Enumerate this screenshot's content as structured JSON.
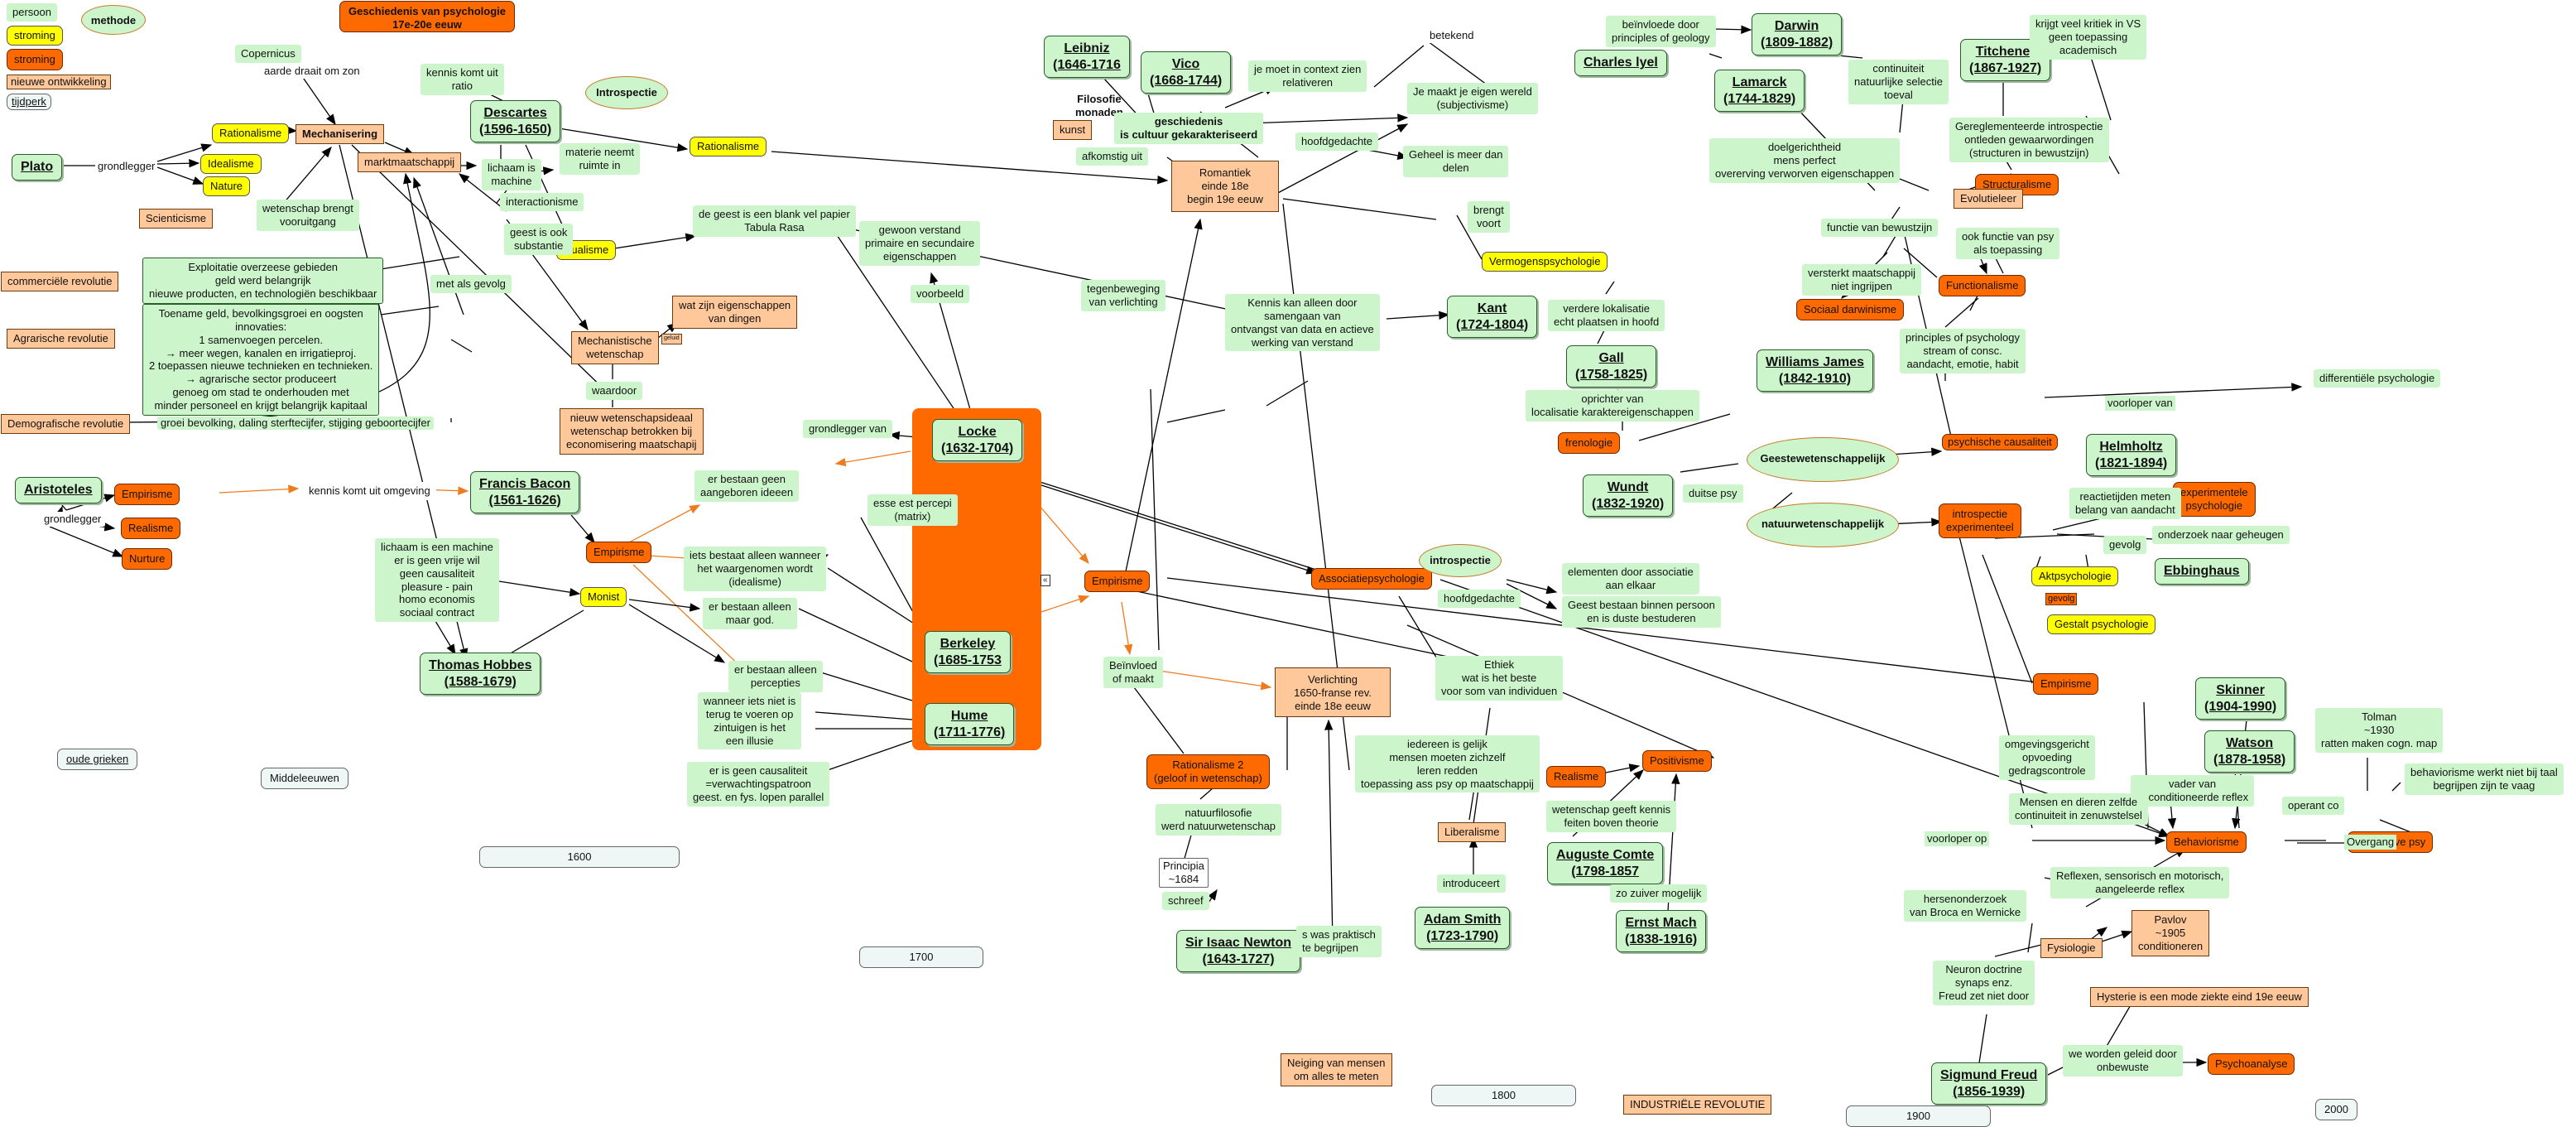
{
  "title": "Geschiedenis van psychologie\n17e-20e eeuw",
  "legend": {
    "person": "persoon",
    "method": "methode",
    "movement1": "stroming",
    "movement2": "stroming",
    "development": "nieuwe ontwikkeling",
    "period": "tijdperk"
  },
  "persons": {
    "plato": "Plato",
    "aristoteles": "Aristoteles",
    "descartes": "Descartes\n(1596-1650)",
    "bacon": "Francis Bacon\n(1561-1626)",
    "hobbes": "Thomas Hobbes\n(1588-1679)",
    "locke": "Locke\n(1632-1704)",
    "berkeley": "Berkeley\n(1685-1753",
    "hume": "Hume\n(1711-1776)",
    "leibniz": "Leibniz\n(1646-1716",
    "vico": "Vico\n(1668-1744)",
    "newton": "Sir Isaac Newton\n(1643-1727)",
    "kant": "Kant\n(1724-1804)",
    "gall": "Gall\n(1758-1825)",
    "wundt": "Wundt\n(1832-1920)",
    "comte": "Auguste Comte\n(1798-1857",
    "smith": "Adam Smith\n(1723-1790)",
    "mach": "Ernst Mach\n(1838-1916)",
    "lyell": "Charles lyel",
    "darwin": "Darwin\n(1809-1882)",
    "lamarck": "Lamarck\n(1744-1829)",
    "titchener": "Titchener\n(1867-1927)",
    "james": "Williams James\n(1842-1910)",
    "helmholtz": "Helmholtz\n(1821-1894)",
    "ebbinghaus": "Ebbinghaus",
    "skinner": "Skinner\n(1904-1990)",
    "watson": "Watson\n(1878-1958)",
    "freud": "Sigmund Freud\n(1856-1939)"
  },
  "movements": {
    "rationalisme1": "Rationalisme",
    "idealisme": "Idealisme",
    "nature": "Nature",
    "rationalisme2": "Rationalisme",
    "dualisme": "Dualisme",
    "monist": "Monist",
    "vermogenspsy": "Vermogenspsychologie",
    "aktpsy": "Aktpsychologie",
    "gestalt": "Gestalt psychologie"
  },
  "streams": {
    "empirisme_ar": "Empirisme",
    "realisme_ar": "Realisme",
    "nurture": "Nurture",
    "empirisme_bacon": "Empirisme",
    "empirisme_mid": "Empirisme",
    "associatie": "Associatiepsychologie",
    "rationalisme2": "Rationalisme 2\n(geloof in wetenschap)",
    "realisme": "Realisme",
    "positivisme": "Positivisme",
    "frenologie": "frenologie",
    "sociaal_darwinisme": "Sociaal darwinisme",
    "functionalisme": "Functionalisme",
    "structuralisme": "Structuralisme",
    "psychische_causaliteit": "psychische causaliteit",
    "introspectie_exp": "introspectie\nexperimenteel",
    "experimentele_psy": "experimentele\npsychologie",
    "empirisme_right": "Empirisme",
    "behaviorisme": "Behaviorisme",
    "cognitieve_psy": "Cognitieve psy",
    "psychoanalyse": "Psychoanalyse"
  },
  "developments": {
    "mechanisering": "Mechanisering",
    "marktmaatschappij": "marktmaatschappij",
    "scienticisme": "Scienticisme",
    "commerciele": "commerciële revolutie",
    "agrarische": "Agrarische revolutie",
    "demografische": "Demografische revolutie",
    "mech_wetenschap": "Mechanistische\nwetenschap",
    "eigenschappen": "wat zijn eigenschappen\nvan dingen",
    "wetenschapsideaal": "nieuw wetenschapsideaal\nwetenschap betrokken bij\neconomisering maatschapij",
    "kunst": "kunst",
    "romantiek": "Romantiek\neinde 18e\nbegin 19e eeuw",
    "verlichting": "Verlichting\n1650-franse rev.\neinde 18e eeuw",
    "liberalisme": "Liberalisme",
    "neiging": "Neiging van mensen\nom alles te meten",
    "industriele": "INDUSTRIËLE REVOLUTIE",
    "evolutieleer": "Evolutieleer",
    "fysiologie": "Fysiologie",
    "pavlov": "Pavlov\n~1905\nconditioneren",
    "hysterie": "Hysterie is een mode ziekte eind 19e eeuw",
    "geluid": "geluid"
  },
  "methods": {
    "introspectie1": "Introspectie",
    "introspectie2": "introspectie",
    "geestewetenschappelijk": "Geestewetenschappelijk",
    "natuurwetenschappelijk": "natuurwetenschappelijk"
  },
  "periods": {
    "oude_grieken": "oude grieken",
    "middeleeuwen": "Middeleeuwen",
    "p1600": "1600",
    "p1700": "1700",
    "p1800": "1800",
    "p1900": "1900",
    "p2000": "2000"
  },
  "labels": {
    "copernicus": "Copernicus",
    "aarde": "aarde draait om zon",
    "kennis_ratio": "kennis komt uit\nratio",
    "grondlegger1": "grondlegger",
    "grondlegger2": "grondlegger",
    "lichaam_machine": "lichaam is\nmachine",
    "materie": "materie neemt\nruimte in",
    "interactionisme": "interactionisme",
    "geest_substantie": "geest is ook\nsubstantie",
    "wetenschap_vooruitgang": "wetenschap brengt\nvooruitgang",
    "exploitatie": "Exploitatie overzeese gebieden\ngeld werd belangrijk\nnieuwe producten, en technologiën beschikbaar",
    "toename": "Toename geld, bevolkingsgroei en oogsten\ninnovaties:\n1 samenvoegen percelen.\n→ meer wegen, kanalen en irrigatieproj.\n2 toepassen nieuwe technieken en technieken.\n→ agrarische sector produceert\ngenoeg om stad te onderhouden met\nminder personeel en krijgt belangrijk kapitaal",
    "groei": "groei bevolking, daling sterftecijfer, stijging geboortecijfer",
    "met_als_gevolg": "met als gevolg",
    "waardoor": "waardoor",
    "geest_blank": "de geest is een blank vel papier\nTabula Rasa",
    "gewoon_verstand": "gewoon verstand\nprimaire en secundaire\neigenschappen",
    "voorbeeld": "voorbeeld",
    "grondlegger_van": "grondlegger van",
    "kennis_omgeving": "kennis komt uit omgeving",
    "aangeboren": "er bestaan geen\naangeboren ideeen",
    "esse": "esse est percepi\n(matrix)",
    "waargenomen": "iets bestaat alleen wanneer\nhet waargenomen wordt\n(idealisme)",
    "maar_god": "er bestaan alleen\nmaar god.",
    "percepties": "er bestaan alleen\npercepties",
    "terug": "wanneer iets niet is\nterug te voeren op\nzintuigen is het\neen illusie",
    "causaliteit": "er is geen causaliteit\n=verwachtingspatroon\ngeest. en fys. lopen parallel",
    "hobbes_text": "lichaam is een machine\ner is geen vrije wil\ngeen causaliteit\npleasure - pain\nhomo economis\nsociaal contract",
    "filosofie": "Filosofie\nmonaden",
    "geschiedenis": "geschiedenis\nis cultuur gekarakteriseerd",
    "afkomstig": "afkomstig uit",
    "context": "je moet in context zien\nrelativeren",
    "betekend": "betekend",
    "eigen_wereld": "Je maakt je eigen wereld\n(subjectivisme)",
    "hoofdgedachte1": "hoofdgedachte",
    "geheel": "Geheel is meer dan\ndelen",
    "brengt_voort": "brengt\nvoort",
    "tegenbeweging": "tegenbeweging\nvan verlichting",
    "kennis_samengaan": "Kennis kan alleen door\nsamengaan van\nontvangst van data en actieve\nwerking van verstand",
    "verdere_lokalisatie": "verdere lokalisatie\necht plaatsen in hoofd",
    "oprichter": "oprichter van\nlocalisatie karaktereigenschappen",
    "beinvloed": "Beïnvloed\nof maakt",
    "natuurfilosofie": "natuurfilosofie\nwerd natuurwetenschap",
    "principia": "Principia\n~1684",
    "schreef": "schreef",
    "praktisch": "s was praktisch\nte begrijpen",
    "ethiek": "Ethiek\nwat is het beste\nvoor som van individuen",
    "iedereen": "iedereen is gelijk\nmensen moeten zichzelf\nleren redden\ntoepassing ass psy op maatschappij",
    "introduceert": "introduceert",
    "wetenschap_kennis": "wetenschap geeft kennis\nfeiten boven theorie",
    "zo_zuiver": "zo zuiver mogelijk",
    "elementen": "elementen door associatie\naan elkaar",
    "hoofdgedachte2": "hoofdgedachte",
    "geest_binnen": "Geest bestaan binnen persoon\nen is duste bestuderen",
    "duitse_psy": "duitse psy",
    "beinvloede_lyell": "beïnvloede door\nprinciples of geology",
    "continuiteit_selectie": "continuiteit\nnatuurlijke selectie\ntoeval",
    "doelgerichtheid": "doelgerichtheid\nmens perfect\novererving verworven eigenschappen",
    "kritiek": "krijgt veel kritiek in VS\ngeen toepassing\nacademisch",
    "gereglementeerde": "Gereglementeerde introspectie\nontleden gewaarwordingen\n(structuren in bewustzijn)",
    "functie_bewustzijn": "functie van bewustzijn",
    "versterkt": "versterkt maatschappij\nniet ingrijpen",
    "ook_functie": "ook functie van psy\nals toepassing",
    "principles": "principles of psychology\nstream of consc.\naandacht, emotie, habit",
    "voorloper_van": "voorloper van",
    "differentiele": "differentiële psychologie",
    "reactietijden": "reactietijden meten\nbelang van aandacht",
    "onderzoek": "onderzoek naar geheugen",
    "gevolg": "gevolg",
    "tolman": "Tolman\n~1930\nratten maken cogn. map",
    "behaviorisme_werkt": "behaviorisme werkt niet bij taal\nbegrijpen zijn te vaag",
    "overgang": "Overgang",
    "vader": "vader van\ngeconditioneerde reflex",
    "operant": "operant co",
    "omgevingsgericht": "omgevingsgericht\nopvoeding\ngedragscontrole",
    "mensen_dieren": "Mensen en dieren zelfde\ncontinuiteit in zenuwstelsel",
    "voorloper_op": "voorloper op",
    "reflexen": "Reflexen, sensorisch en motorisch,\naangeleerde reflex",
    "hersenonderzoek": "hersenonderzoek\nvan Broca en Wernicke",
    "neuron": "Neuron doctrine\nsynaps enz.\nFreud zet niet door",
    "geleid": "we worden geleid door\nonbewuste"
  }
}
